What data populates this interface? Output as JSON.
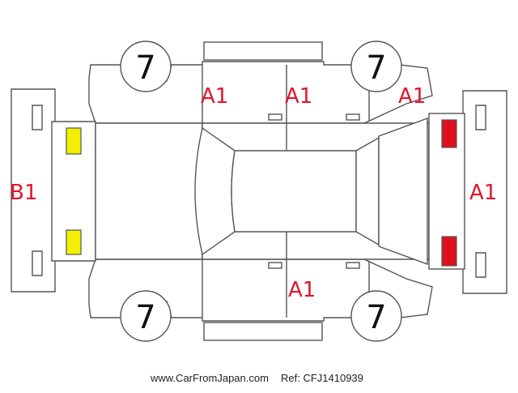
{
  "damage_codes": {
    "front_bumper": "B1",
    "rear_bumper": "A1",
    "left_front_door": "A1",
    "left_rear_door": "A1",
    "left_rear_quarter": "A1",
    "right_rear_door": "A1"
  },
  "wheels": {
    "left_front": "7",
    "left_rear": "7",
    "right_front": "7",
    "right_rear": "7"
  },
  "footer": {
    "site": "www.CarFromJapan.com",
    "ref": "Ref: CFJ1410939"
  },
  "colors": {
    "code_text": "#e0162b",
    "headlight_marker": "#f2ef00",
    "taillight_marker": "#e0101e",
    "outline": "#555555"
  }
}
